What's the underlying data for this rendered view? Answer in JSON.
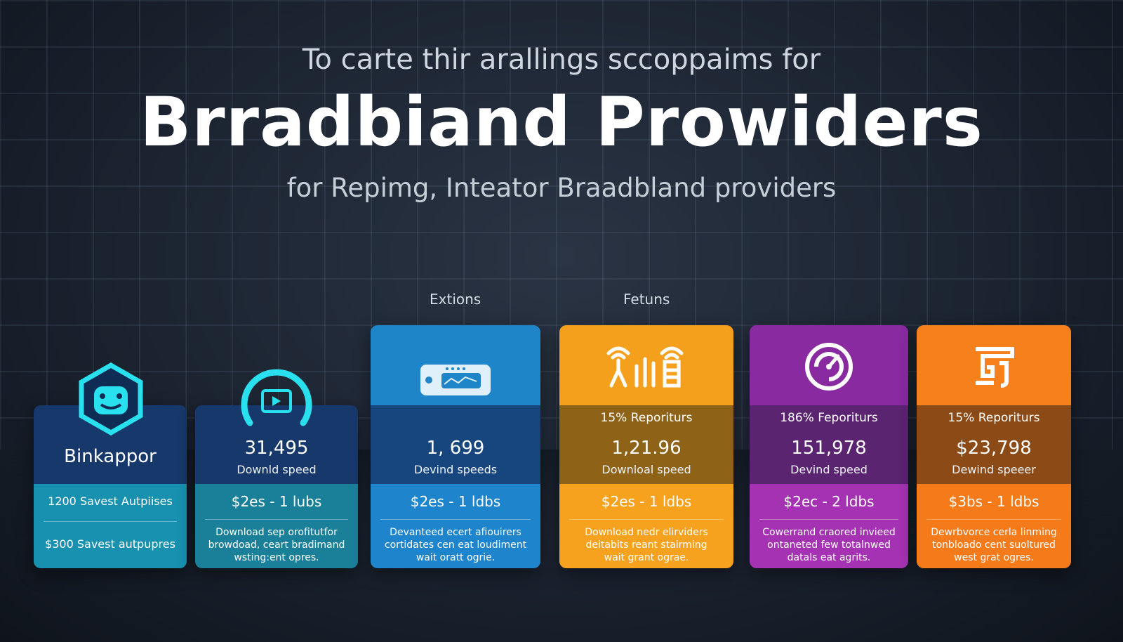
{
  "header": {
    "overline": "To carte thir arallings sccoppaims for",
    "title": "Brradbiand Prowiders",
    "subtitle": "for Repimg, Inteator Braadbland providers"
  },
  "column_labels": {
    "left": "Extions",
    "right": "Fetuns"
  },
  "cards": [
    {
      "name": "Binkappor",
      "line1": "1200 Savest Autpiises",
      "line2": "$300 Savest autpupres",
      "icon": "robot-face-icon",
      "color_top": "#17386b",
      "color_bottom": "#1891b0"
    },
    {
      "value": "31,495",
      "unit": "Downld speed",
      "price": "$2es - 1 lubs",
      "desc": [
        "Download sep orofitutfor",
        "browdoad, ceart bradimand",
        "wsting:ent opres."
      ],
      "icon": "speedometer-icon",
      "color_top": "#17386b",
      "color_bottom": "#1a7f98"
    },
    {
      "value": "1, 699",
      "unit": "Devind speeds",
      "price": "$2es - 1 ldbs",
      "desc": [
        "Devanteed ecert afiouirers",
        "cortidates cen eat loudiment",
        "wait oratt ogrie."
      ],
      "icon": "router-icon",
      "color_top": "#1e86c8",
      "color_mid": "#17457e",
      "color_bottom": "#1e84cc"
    },
    {
      "tagline": "15% Reporiturs",
      "value": "1,21.96",
      "unit": "Downloal speed",
      "price": "$2es - 1 ldbs",
      "desc": [
        "Download nedr elirviders",
        "deitabits reant stairming",
        "wait grant ograe."
      ],
      "icon": "signal-towers-icon",
      "color_top": "#f5a01c",
      "color_mid": "#8e6318",
      "color_bottom": "#f6a21e"
    },
    {
      "tagline": "186% Feporiturs",
      "value": "151,978",
      "unit": "Devind speed",
      "price": "$2ec - 2 ldbs",
      "desc": [
        "Cowerrand craored invieed",
        "ontaneted few totalnwed",
        "datals eat agrits."
      ],
      "icon": "gauge-icon",
      "color_top": "#8a2aa0",
      "color_mid": "#5a2470",
      "color_bottom": "#a432b2"
    },
    {
      "tagline": "15% Reporiturs",
      "value": "$23,798",
      "unit": "Dewind speeer",
      "price": "$3bs - 1 ldbs",
      "desc": [
        "Dewrbvorce cerla linming",
        "tonbloado cent suoltured",
        "west grat ogres."
      ],
      "icon": "g-logo-icon",
      "color_top": "#f6801c",
      "color_mid": "#8b4a16",
      "color_bottom": "#f47a1a"
    }
  ]
}
